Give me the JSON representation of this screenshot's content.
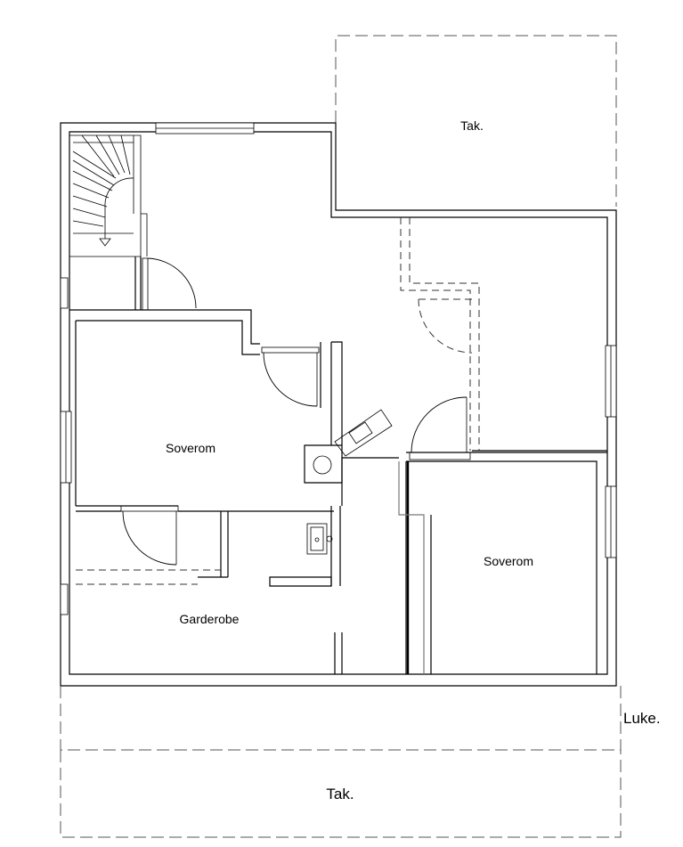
{
  "labels": {
    "roof_top": "Tak.",
    "bedroom_left": "Soverom",
    "bedroom_right": "Soverom",
    "wardrobe": "Garderobe",
    "hatch": "Luke.",
    "roof_bottom": "Tak."
  }
}
